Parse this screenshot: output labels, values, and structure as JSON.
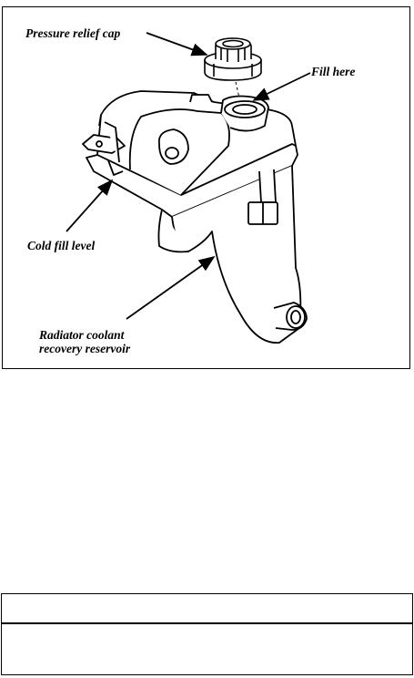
{
  "figure": {
    "labels": {
      "pressure_relief_cap": "Pressure relief cap",
      "fill_here": "Fill here",
      "cold_fill_level": "Cold fill level",
      "reservoir_line1": "Radiator coolant",
      "reservoir_line2": "recovery reservoir"
    }
  },
  "table": {
    "header": "",
    "body": ""
  }
}
